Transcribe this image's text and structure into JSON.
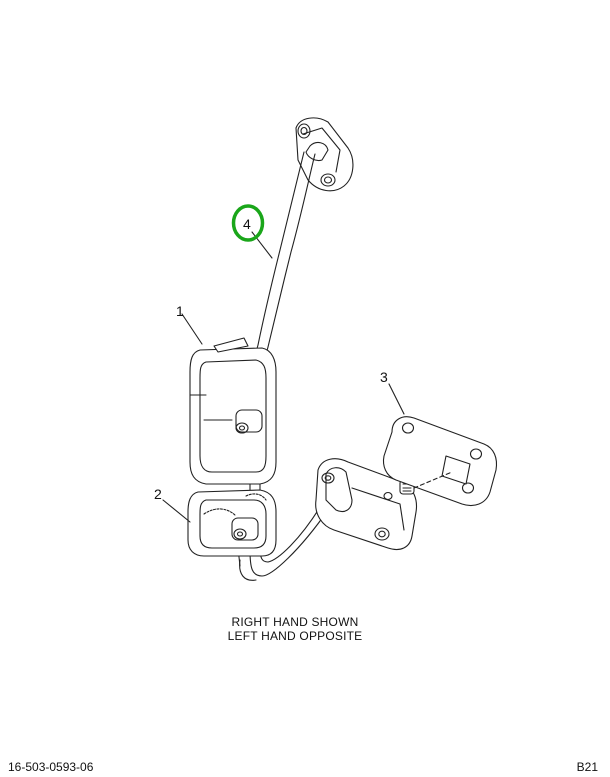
{
  "callouts": [
    {
      "id": "1",
      "label": "1"
    },
    {
      "id": "2",
      "label": "2"
    },
    {
      "id": "3",
      "label": "3"
    },
    {
      "id": "4",
      "label": "4",
      "highlighted": true
    }
  ],
  "highlight_color": "#1aa61a",
  "caption": {
    "line1": "RIGHT HAND SHOWN",
    "line2": "LEFT HAND OPPOSITE"
  },
  "footer": {
    "part_number": "16-503-0593-06",
    "page_ref": "B21"
  }
}
